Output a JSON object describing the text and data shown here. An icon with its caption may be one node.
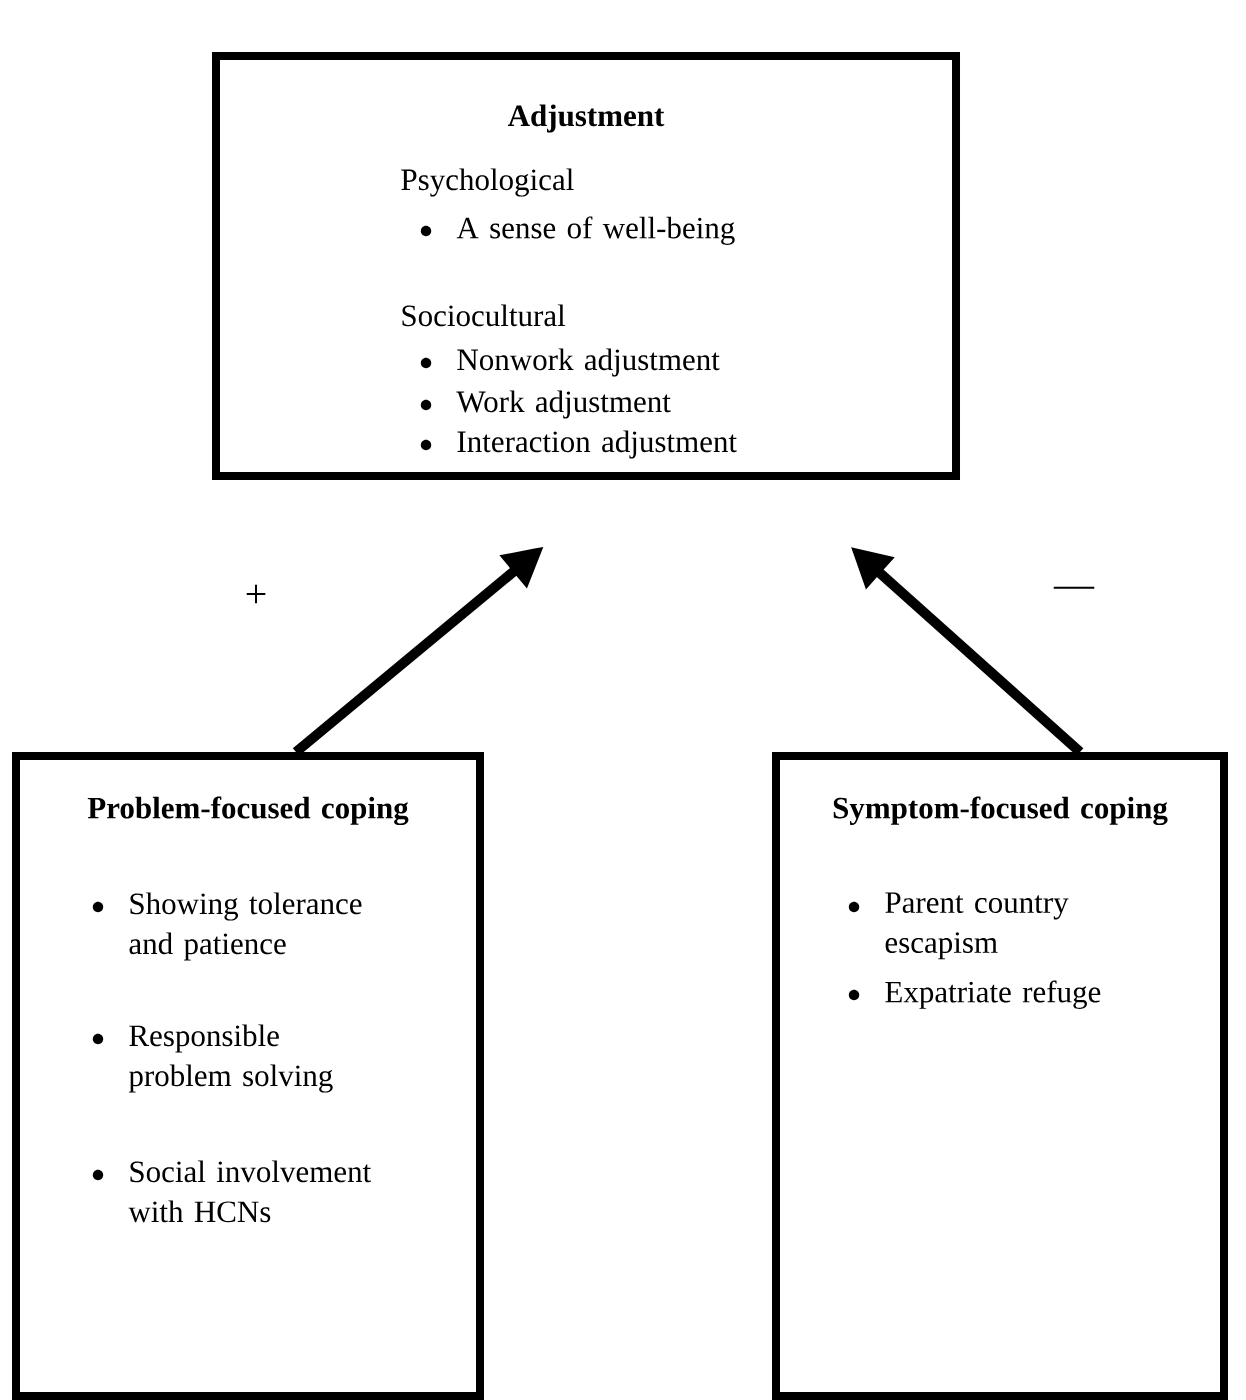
{
  "diagram": {
    "nodes": [
      {
        "text": [
          "Adjustment",
          "Psychological",
          "A sense of well-being",
          "Sociocultural",
          "Nonwork adjustment",
          "Work adjustment",
          "Interaction adjustment"
        ]
      },
      {
        "text": [
          "Problem-focused coping",
          "Showing tolerance and patience",
          "Responsible problem solving",
          "Social involvement with HCNs"
        ]
      },
      {
        "text": [
          "Symptom-focused coping",
          "Parent country escapism",
          "Expatriate refuge"
        ]
      }
    ],
    "edges": [
      {
        "from": 1,
        "to": 0,
        "arrow": "to",
        "label": "+"
      },
      {
        "from": 2,
        "to": 0,
        "arrow": "to",
        "label": "—"
      }
    ]
  }
}
